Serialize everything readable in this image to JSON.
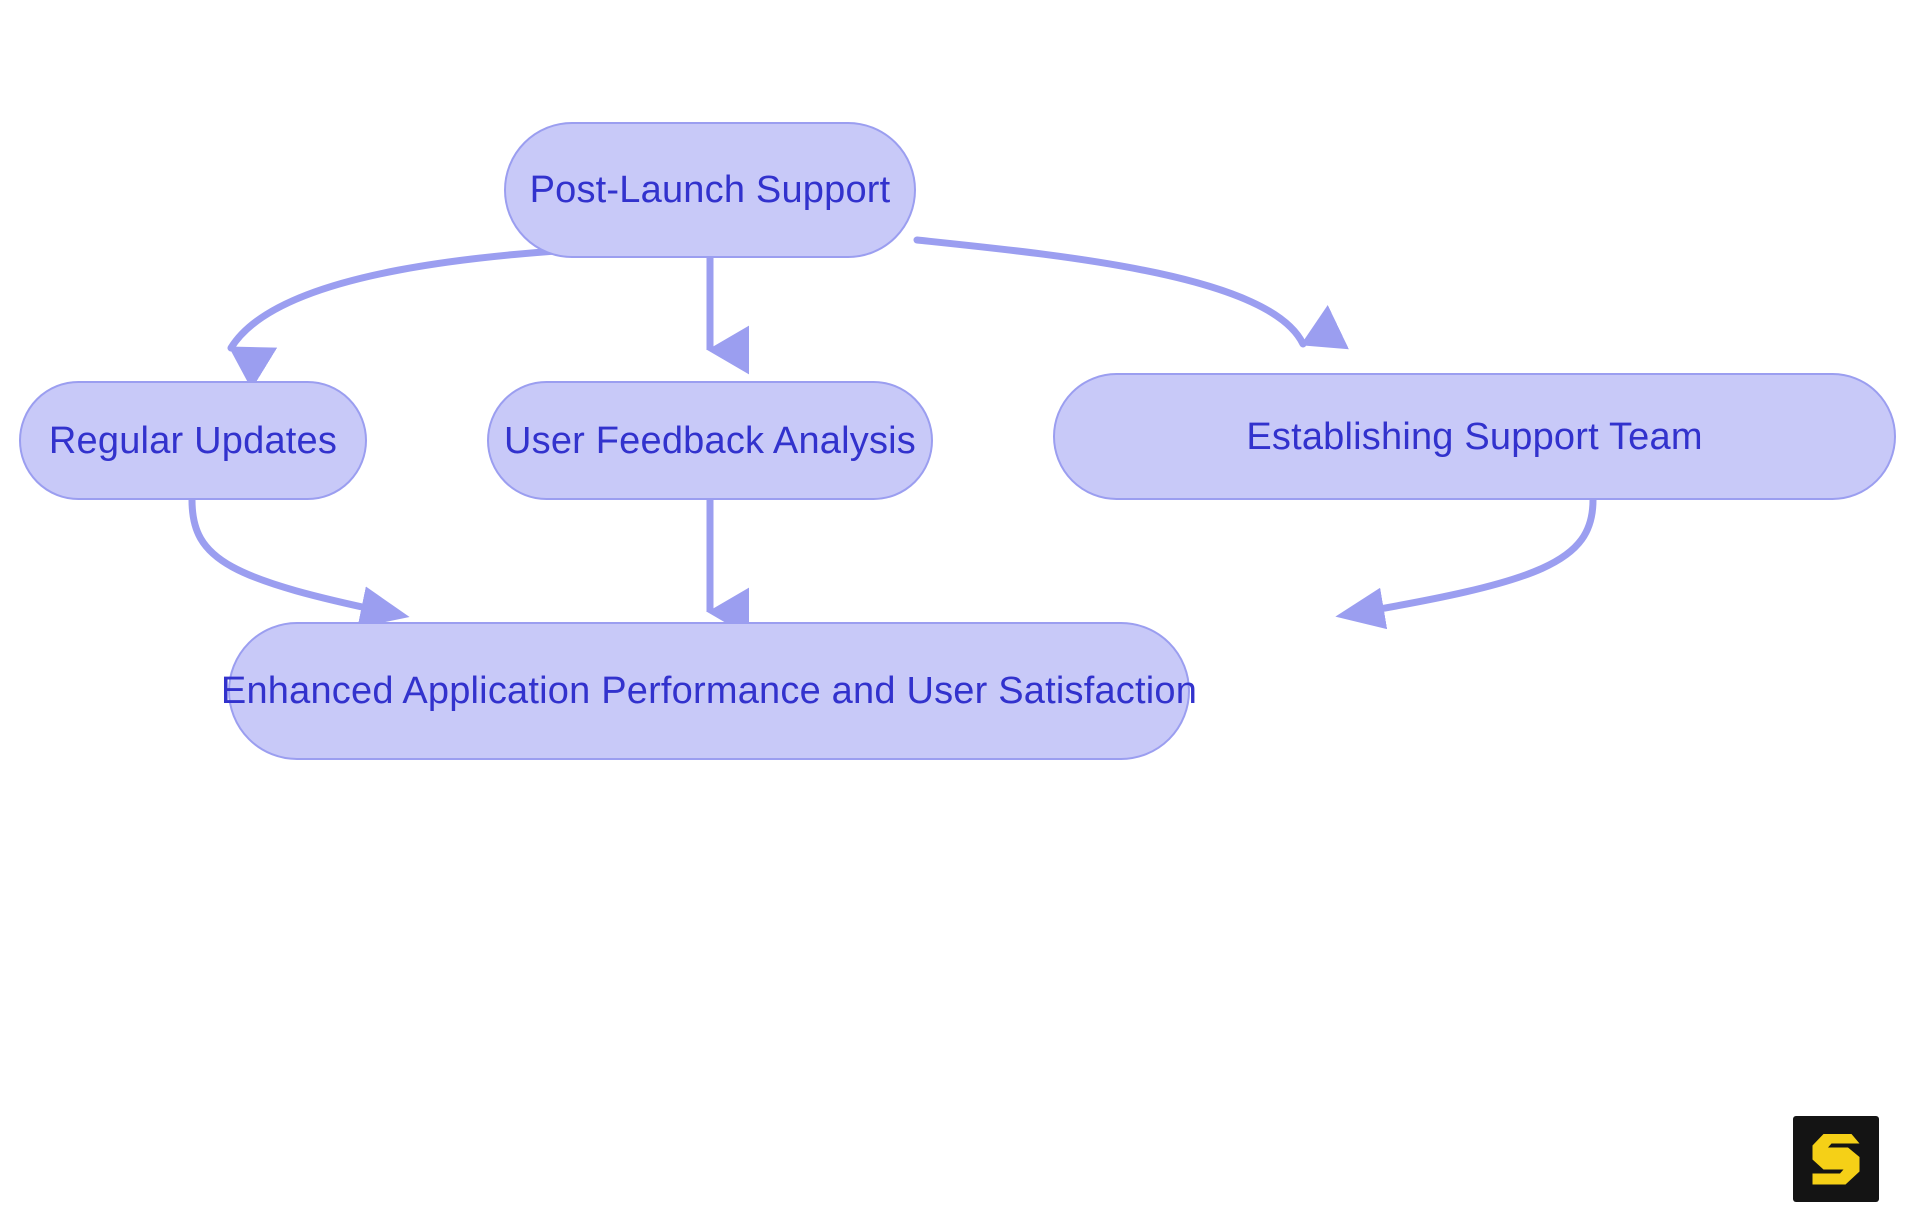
{
  "diagram": {
    "type": "flowchart",
    "title": "Post-Launch Support",
    "direction": "top-down",
    "background_color": "#ffffff",
    "node_fill_color": "#c8c9f8",
    "node_border_color": "#9b9ef0",
    "node_text_color": "#3232cd",
    "edge_color": "#9b9ef0",
    "nodes": [
      {
        "id": "root",
        "label": "Post-Launch Support",
        "shape": "stadium",
        "level": 0
      },
      {
        "id": "regular_updates",
        "label": "Regular Updates",
        "shape": "stadium",
        "level": 1
      },
      {
        "id": "user_feedback",
        "label": "User Feedback Analysis",
        "shape": "stadium",
        "level": 1
      },
      {
        "id": "support_team",
        "label": "Establishing Support Team",
        "shape": "stadium",
        "level": 1
      },
      {
        "id": "outcome",
        "label": "Enhanced Application Performance and User Satisfaction",
        "shape": "stadium",
        "level": 2
      }
    ],
    "edges": [
      {
        "from": "root",
        "to": "regular_updates",
        "style": "curved",
        "arrow": "triangle"
      },
      {
        "from": "root",
        "to": "user_feedback",
        "style": "straight",
        "arrow": "triangle"
      },
      {
        "from": "root",
        "to": "support_team",
        "style": "curved",
        "arrow": "triangle"
      },
      {
        "from": "regular_updates",
        "to": "outcome",
        "style": "curved",
        "arrow": "triangle"
      },
      {
        "from": "user_feedback",
        "to": "outcome",
        "style": "straight",
        "arrow": "triangle"
      },
      {
        "from": "support_team",
        "to": "outcome",
        "style": "curved",
        "arrow": "triangle"
      }
    ]
  },
  "watermark": {
    "name": "logo-s-mark",
    "letter": "S",
    "background_color": "#141414",
    "glyph_color": "#f5d017"
  }
}
